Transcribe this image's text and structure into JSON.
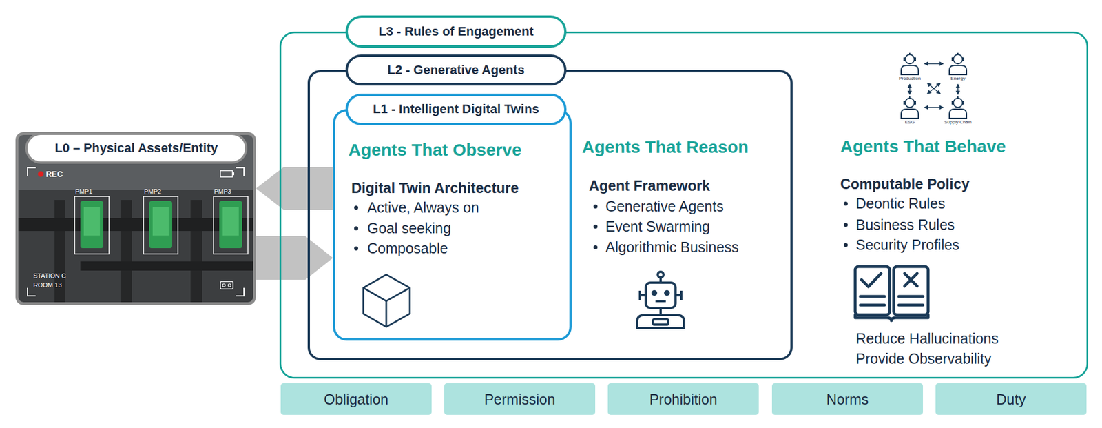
{
  "diagram": {
    "nodes": [
      {
        "text": [
          "L0 – Physical Assets/Entity"
        ]
      },
      {
        "text": [
          "L3 - Rules of Engagement",
          "Agents That Behave",
          "Computable Policy",
          "Deontic Rules",
          "Business Rules",
          "Security Profiles",
          "Reduce Hallucinations",
          "Provide Observability"
        ]
      },
      {
        "text": [
          "L2 - Generative Agents",
          "Agents That Reason",
          "Agent Framework",
          "Generative Agents",
          "Event Swarming",
          "Algorithmic Business"
        ],
        "in": 1
      },
      {
        "text": [
          "L1 - Intelligent Digital Twins",
          "Agents That Observe",
          "Digital Twin Architecture",
          "Active, Always on",
          "Goal seeking",
          "Composable"
        ],
        "in": 2
      },
      {
        "text": [
          "Obligation"
        ]
      },
      {
        "text": [
          "Permission"
        ]
      },
      {
        "text": [
          "Prohibition"
        ]
      },
      {
        "text": [
          "Norms"
        ]
      },
      {
        "text": [
          "Duty"
        ]
      }
    ],
    "edges": [
      {
        "from": 3,
        "to": 0,
        "arrow": "to"
      },
      {
        "from": 0,
        "to": 3,
        "arrow": "to"
      }
    ],
    "labels": [
      "REC",
      "PMP1",
      "PMP2",
      "PMP3",
      "STATION C",
      "ROOM 13",
      "Production",
      "Energy",
      "ESG",
      "Supply Chain"
    ]
  }
}
